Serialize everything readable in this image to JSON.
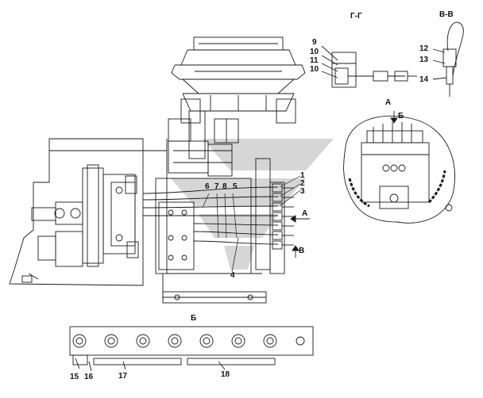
{
  "sections": {
    "gg": "Г-Г",
    "vv": "В-В",
    "a": "А",
    "b": "Б"
  },
  "arrows": {
    "b": "Б",
    "a": "А",
    "v": "В"
  },
  "callouts": [
    "1",
    "2",
    "3",
    "4",
    "5",
    "6",
    "7",
    "8",
    "9",
    "10",
    "11",
    "10",
    "12",
    "13",
    "14",
    "15",
    "16",
    "17",
    "18"
  ],
  "colors": {
    "line": "#1a1a1a",
    "watermark": "#c9c9c9",
    "background": "#ffffff"
  }
}
